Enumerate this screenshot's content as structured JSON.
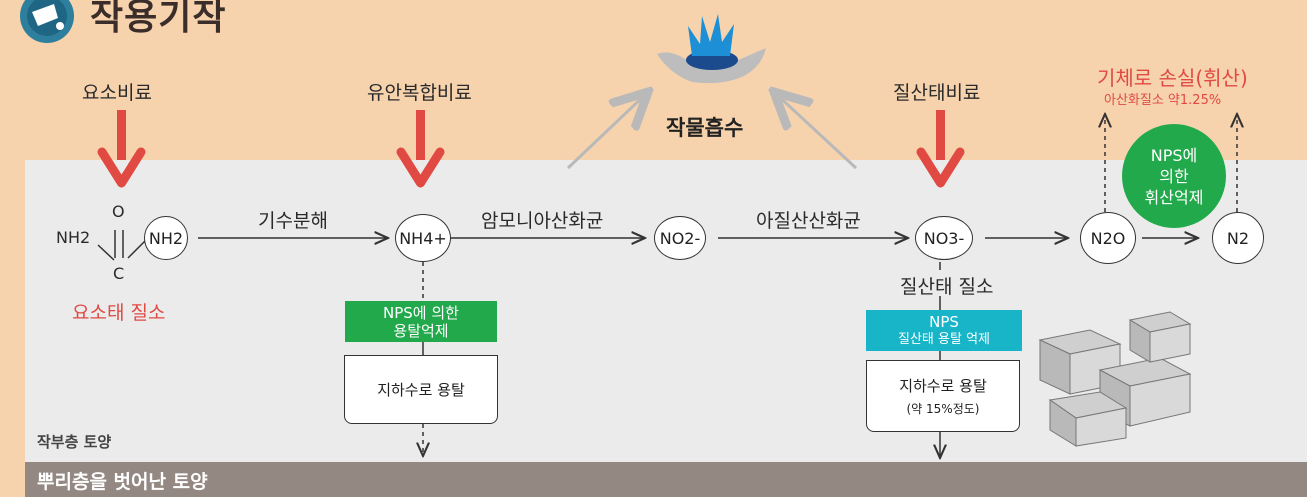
{
  "title": "작용기작",
  "labels": {
    "urea_fert": "요소비료",
    "compound_fert": "유안복합비료",
    "nitrate_fert": "질산태비료",
    "crop_uptake": "작물흡수",
    "gas_loss": "기체로 손실(휘산)",
    "gas_loss_sub": "아산화질소 약1.25%",
    "hydrolysis": "기수분해",
    "ammonia_oxidizer": "암모니아산화균",
    "nitrite_oxidizer": "아질산산화균",
    "urea_n": "요소태 질소",
    "nitrate_n": "질산태 질소",
    "topsoil": "작부층 토양",
    "below_root": "뿌리층을 벗어난 토양"
  },
  "molecules": {
    "urea_nh2_left": "NH2",
    "urea_o": "O",
    "urea_c": "C",
    "urea_nh2": "NH2",
    "nh4": "NH4+",
    "no2": "NO2-",
    "no3": "NO3-",
    "n2o": "N2O",
    "n2": "N2"
  },
  "tags": {
    "nps_leach_l1": "NPS에 의한",
    "nps_leach_l2": "용탈억제",
    "nps_nitrate_l1": "NPS",
    "nps_nitrate_l2": "질산태 용탈 억제",
    "nps_vol_l1": "NPS에",
    "nps_vol_l2": "의한",
    "nps_vol_l3": "휘산억제"
  },
  "boxes": {
    "gw_leach_1": "지하수로 용탈",
    "gw_leach_2": "지하수로 용탈",
    "gw_leach_2_sub": "(약 15%정도)"
  },
  "colors": {
    "background": "#f7d3ad",
    "soil": "#ebebec",
    "root_band": "#948882",
    "accent_red": "#e04a43",
    "green": "#22a94b",
    "cyan": "#18b4c8"
  }
}
